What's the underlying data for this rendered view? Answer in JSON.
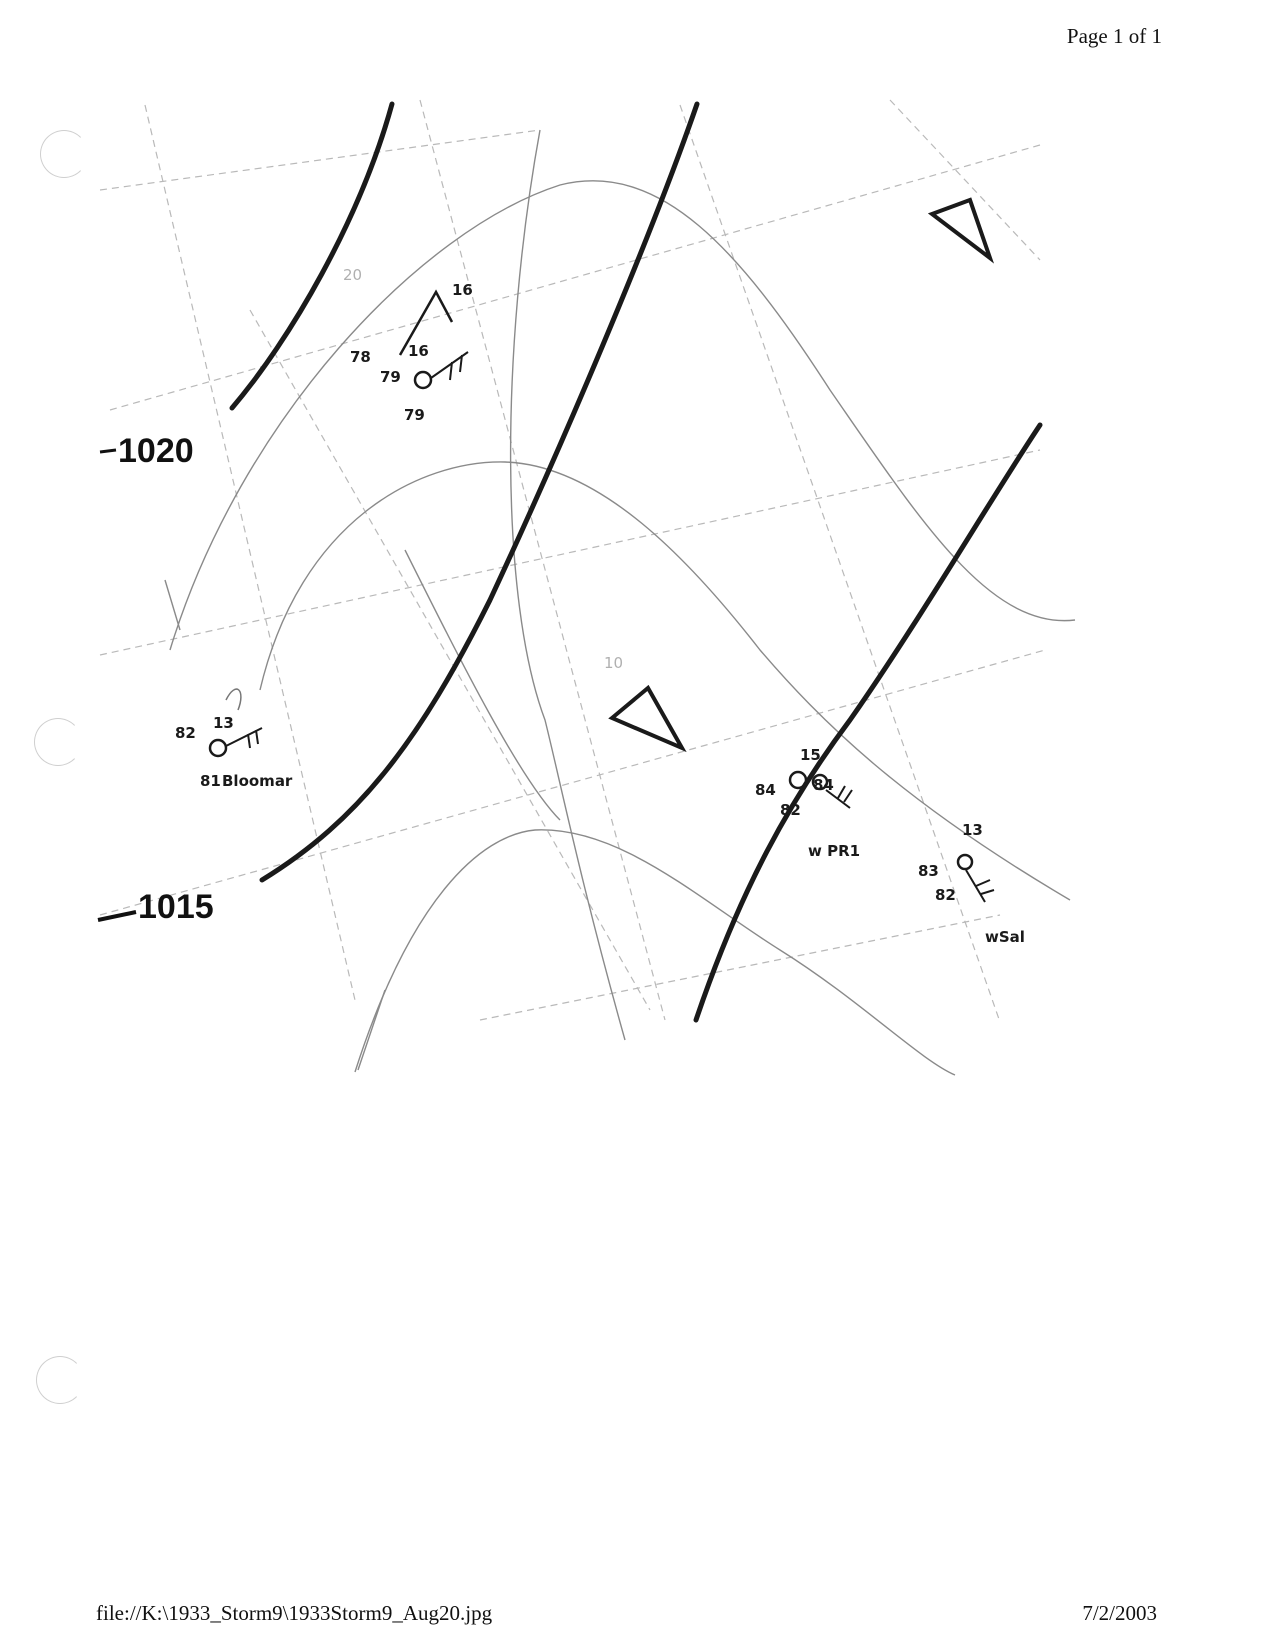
{
  "header": {
    "page_label": "Page 1 of 1"
  },
  "footer": {
    "file_path": "file://K:\\1933_Storm9\\1933Storm9_Aug20.jpg",
    "date": "7/2/2003"
  },
  "map": {
    "isobars": [
      {
        "label": "1020"
      },
      {
        "label": "1015"
      }
    ],
    "grid_labels": [
      "20",
      "10"
    ],
    "stations": [
      {
        "values": [
          "78",
          "79",
          "16",
          "16",
          "79"
        ]
      },
      {
        "values": [
          "82",
          "13",
          "81"
        ],
        "name": "Bloomar"
      },
      {
        "values": [
          "84",
          "15",
          "84",
          "82"
        ],
        "name": "w PR1"
      },
      {
        "values": [
          "83",
          "13",
          "82"
        ],
        "name": "wSal"
      }
    ],
    "icons": [
      "low-pressure-triangle-icon",
      "low-pressure-triangle-icon"
    ]
  }
}
